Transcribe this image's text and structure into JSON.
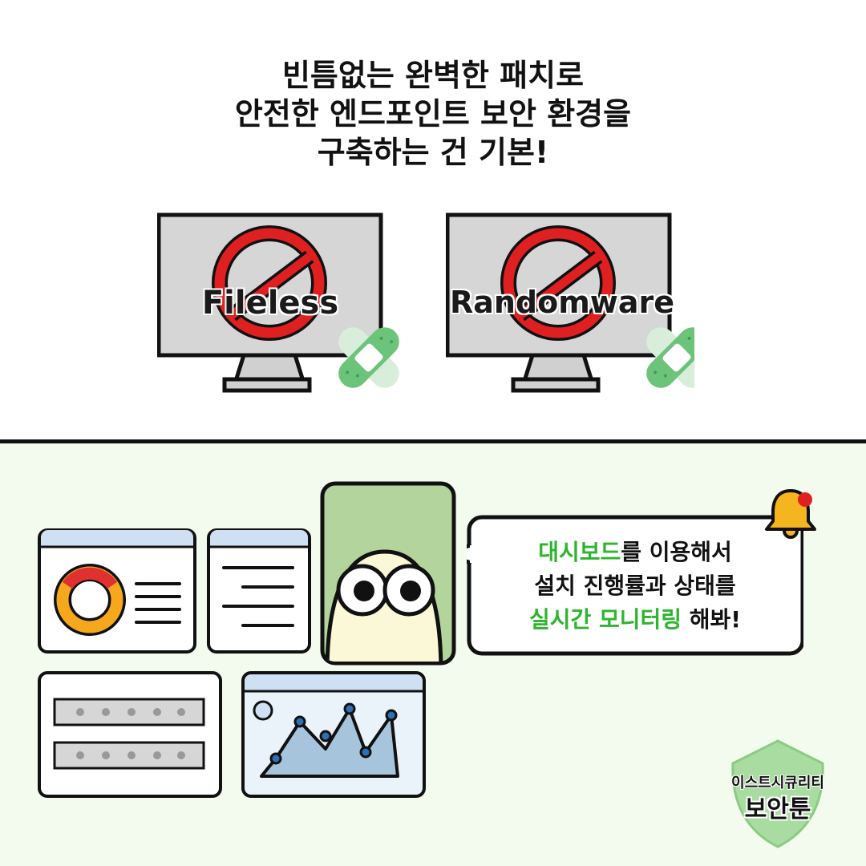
{
  "headline": {
    "line1": "빈틈없는 완벽한 패치로",
    "line2": "안전한 엔드포인트 보안 환경을",
    "line3": "구축하는 건 기본!"
  },
  "monitors": [
    {
      "label": "Fileless",
      "icon": "prohibited-icon"
    },
    {
      "label": "Randomware",
      "icon": "prohibited-icon"
    }
  ],
  "speech": {
    "line1_highlight": "대시보드",
    "line1_rest": "를 이용해서",
    "line2": "설치 진행률과 상태를",
    "line3_highlight": "실시간 모니터링",
    "line3_rest": " 해봐!"
  },
  "brand": {
    "line1": "이스트시큐리티",
    "line2": "보안툰"
  },
  "colors": {
    "highlight": "#2db52d",
    "prohibit": "#e02020",
    "bandage": "#6cc47a",
    "bottom_bg": "#f3fbef",
    "character_bg": "#b3d49c",
    "bell": "#f5b51e",
    "donut_orange": "#f5a81c"
  }
}
